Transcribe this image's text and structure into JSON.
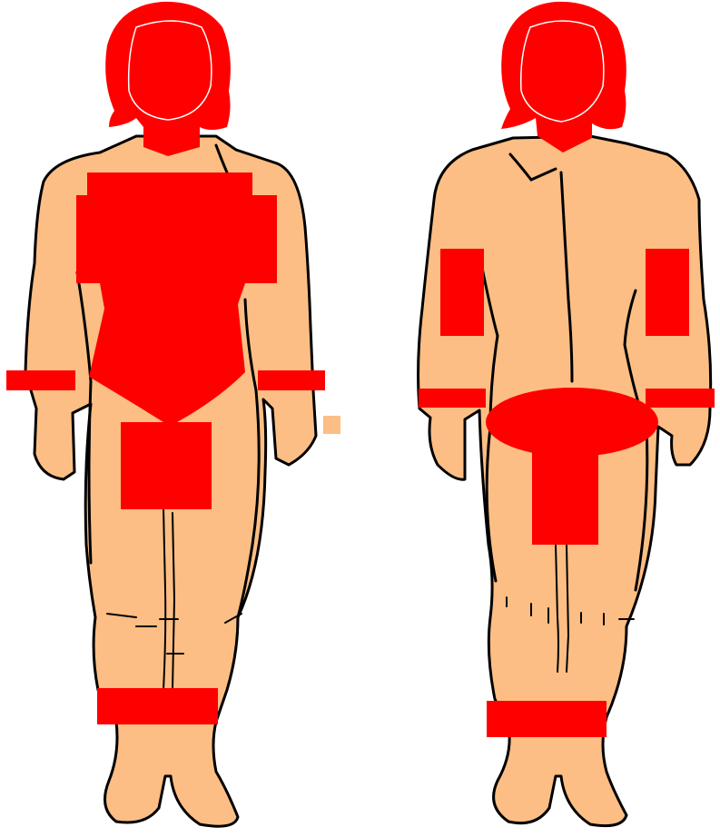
{
  "colors": {
    "skin": "#FCBE84",
    "highlight": "#FF0000",
    "outline": "#000000",
    "background": "#FFFFFF"
  },
  "figures": [
    {
      "view": "front",
      "highlighted_regions": [
        "head-neck",
        "chest-abdomen",
        "left-wrist",
        "right-wrist",
        "groin",
        "lower-legs"
      ]
    },
    {
      "view": "back",
      "highlighted_regions": [
        "head-neck",
        "left-upper-arm",
        "right-upper-arm",
        "left-wrist",
        "right-wrist",
        "buttocks",
        "lower-legs"
      ]
    }
  ]
}
